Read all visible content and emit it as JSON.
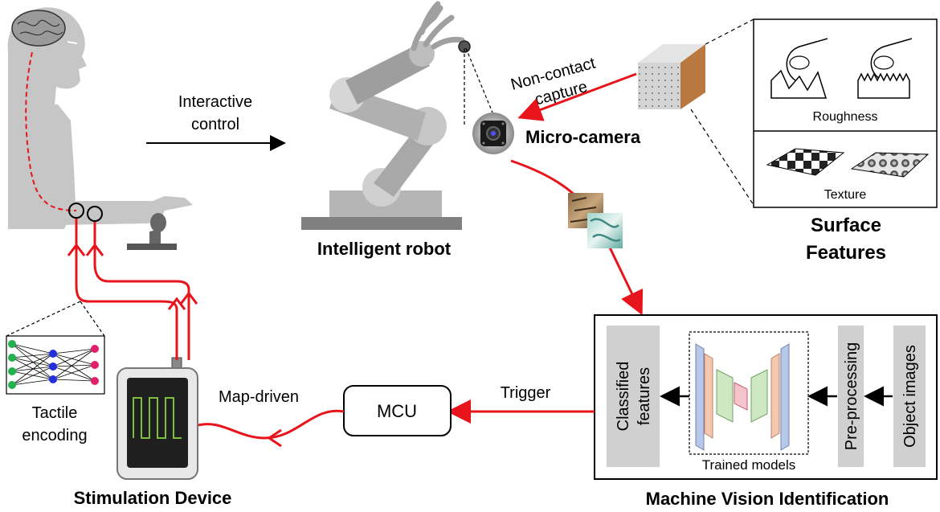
{
  "labels": {
    "interactive_line1": "Interactive",
    "interactive_line2": "control",
    "robot_title": "Intelligent robot",
    "non_contact_line1": "Non-contact",
    "non_contact_line2": "capture",
    "micro_camera": "Micro-camera",
    "roughness": "Roughness",
    "texture": "Texture",
    "surface_line1": "Surface",
    "surface_line2": "Features",
    "tactile_line1": "Tactile",
    "tactile_line2": "encoding",
    "stimulation_title": "Stimulation Device",
    "map_driven": "Map-driven",
    "mcu": "MCU",
    "trigger": "Trigger",
    "classified_line1": "Classified",
    "classified_line2": "features",
    "trained_models": "Trained models",
    "pre_processing": "Pre-processing",
    "object_images": "Object images",
    "machine_vision_title": "Machine Vision Identification"
  },
  "colors": {
    "signal_red": "#e8141b",
    "body_gray": "#c6c6c6",
    "robot_gray": "#a6a6a6",
    "panel_gray": "#d0d0d0",
    "screen_green": "#7fbf3f",
    "neuron_green": "#22b14c",
    "neuron_blue": "#2030e0",
    "neuron_pink": "#e0206a"
  },
  "icons": [
    "brain-icon",
    "joystick-icon",
    "robot-arm-icon",
    "camera-icon",
    "fingertip-icon",
    "neural-network-icon",
    "device-icon",
    "cube-icon"
  ]
}
